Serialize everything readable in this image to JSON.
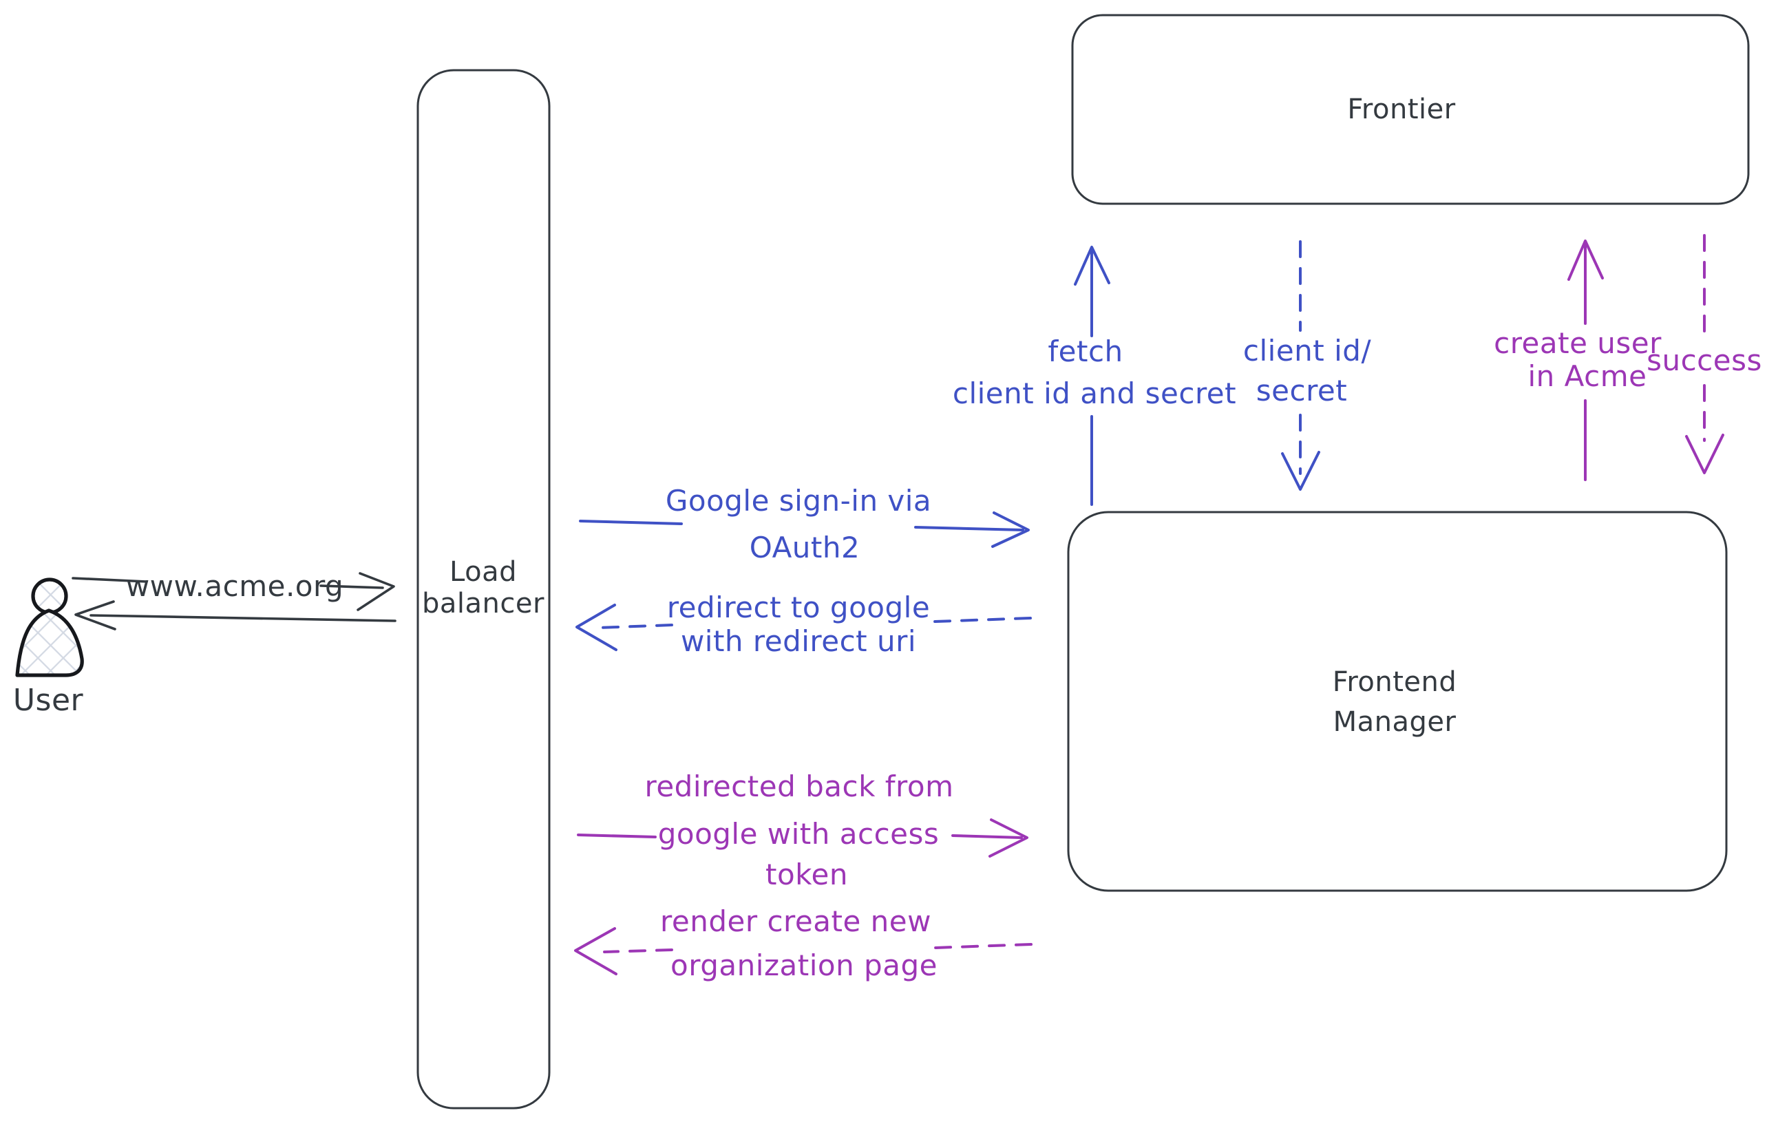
{
  "colors": {
    "ink": "#343a40",
    "blue": "#3f51c5",
    "purple": "#9c36b5",
    "hatch_fill": "#d3d9e3",
    "background": "#ffffff"
  },
  "actors": {
    "user": {
      "label": "User"
    },
    "load_balancer": {
      "label_line1": "Load",
      "label_line2": "balancer"
    },
    "frontier": {
      "label": "Frontier"
    },
    "frontend_manager": {
      "label_line1": "Frontend",
      "label_line2": "Manager"
    }
  },
  "edges": {
    "www_acme": {
      "label": "www.acme.org"
    },
    "google_signin": {
      "line1": "Google sign-in via",
      "line2": "OAuth2"
    },
    "redirect_google": {
      "line1": "redirect to google",
      "line2": "with redirect uri"
    },
    "fetch_secret": {
      "line1": "fetch",
      "line2": "client id and secret"
    },
    "client_id_secret": {
      "line1": "client id/",
      "line2": "secret"
    },
    "create_user": {
      "line1": "create user",
      "line2": "in Acme"
    },
    "success": {
      "label": "success"
    },
    "redirected_back": {
      "line1": "redirected back from",
      "line2": "google with access",
      "line3": "token"
    },
    "render_page": {
      "line1": "render create new",
      "line2": "organization page"
    }
  }
}
